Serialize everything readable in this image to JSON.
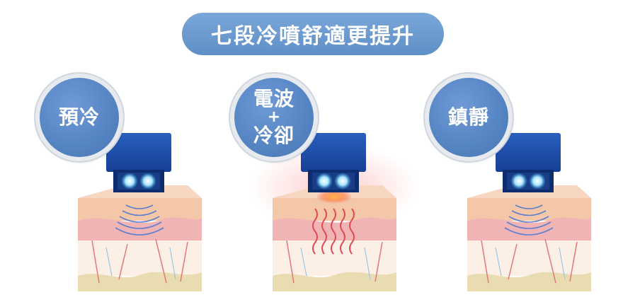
{
  "header": {
    "title": "七段冷噴舒適更提升"
  },
  "steps": [
    {
      "label": "預冷"
    },
    {
      "label_top": "電波",
      "plus": "+",
      "label_bottom": "冷卻"
    },
    {
      "label": "鎮靜"
    }
  ],
  "colors": {
    "title_bg": "#6a98cf",
    "badge_bg": "#5584c3",
    "device_blue": "#1f4fae",
    "cool_wave": "#5c7fcf",
    "heat_wave": "#e04a55",
    "skin_top": "#f4c7a9",
    "dermis": "#f1b4b4",
    "fat": "#e9dcb0"
  }
}
